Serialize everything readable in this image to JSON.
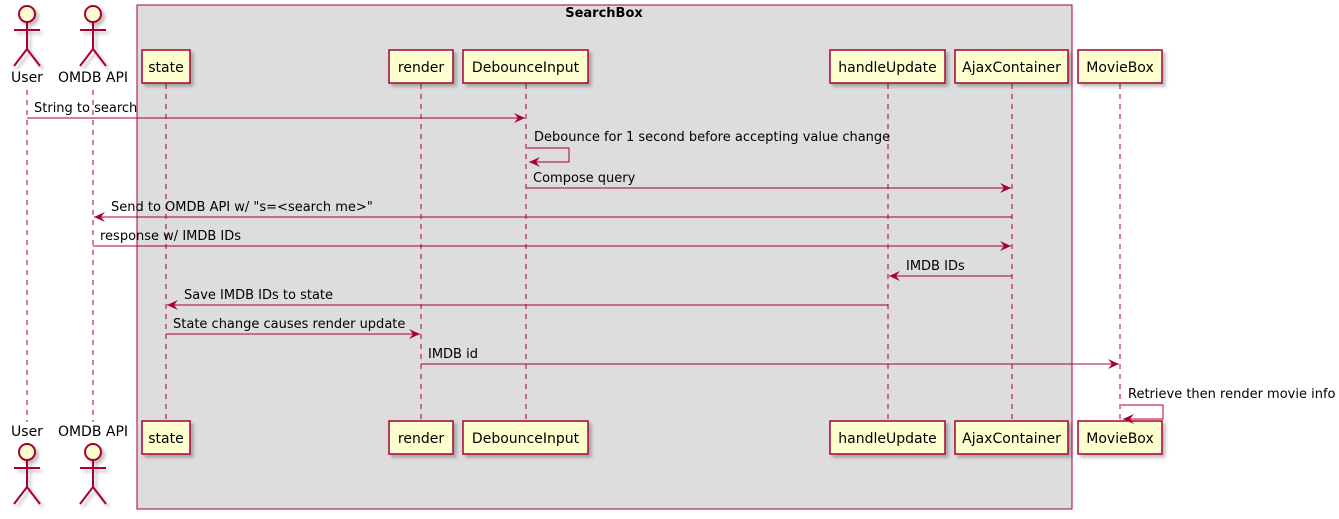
{
  "diagram": {
    "colors": {
      "border": "#A80036",
      "participant_fill": "#FEFECE",
      "box_fill": "#DDDDDD",
      "text": "#000000"
    },
    "group": {
      "title": "SearchBox"
    },
    "actors": [
      {
        "id": "user",
        "name": "User"
      },
      {
        "id": "omdb",
        "name": "OMDB API"
      }
    ],
    "participants": [
      {
        "id": "state",
        "name": "state"
      },
      {
        "id": "render",
        "name": "render"
      },
      {
        "id": "debounce",
        "name": "DebounceInput"
      },
      {
        "id": "handle",
        "name": "handleUpdate"
      },
      {
        "id": "ajax",
        "name": "AjaxContainer"
      },
      {
        "id": "movie",
        "name": "MovieBox"
      }
    ],
    "messages": [
      {
        "from": "user",
        "to": "debounce",
        "label": "String to search"
      },
      {
        "from": "debounce",
        "to": "debounce",
        "label": "Debounce for 1 second before accepting value change"
      },
      {
        "from": "debounce",
        "to": "ajax",
        "label": "Compose query"
      },
      {
        "from": "ajax",
        "to": "omdb",
        "label": "Send to OMDB API w/ \"s=<search me>\""
      },
      {
        "from": "omdb",
        "to": "ajax",
        "label": "response w/ IMDB IDs"
      },
      {
        "from": "ajax",
        "to": "handle",
        "label": "IMDB IDs"
      },
      {
        "from": "handle",
        "to": "state",
        "label": "Save IMDB IDs to state"
      },
      {
        "from": "state",
        "to": "render",
        "label": "State change causes render update"
      },
      {
        "from": "render",
        "to": "movie",
        "label": "IMDB id"
      },
      {
        "from": "movie",
        "to": "movie",
        "label": "Retrieve then render movie info"
      }
    ]
  }
}
